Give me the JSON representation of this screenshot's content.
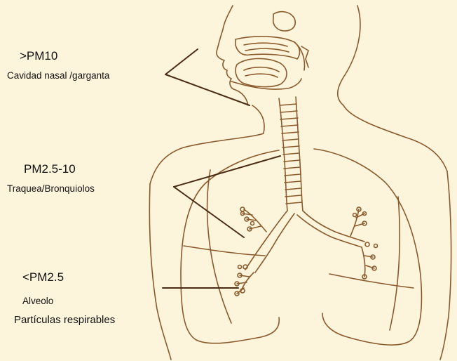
{
  "labels": {
    "pm10": {
      "size": ">PM10",
      "region": "Cavidad nasal /garganta"
    },
    "pm25_10": {
      "size": "PM2.5-10",
      "region": "Traquea/Bronquiolos"
    },
    "pm25": {
      "size": "<PM2.5",
      "region": "Alveolo",
      "note": "Partículas respirables"
    }
  },
  "colors": {
    "background": "#fdf4dc",
    "outline": "#8a5a2b",
    "pointer": "#4a2c14",
    "text": "#111111"
  },
  "icons": {
    "figure": "respiratory-system-illustration"
  }
}
